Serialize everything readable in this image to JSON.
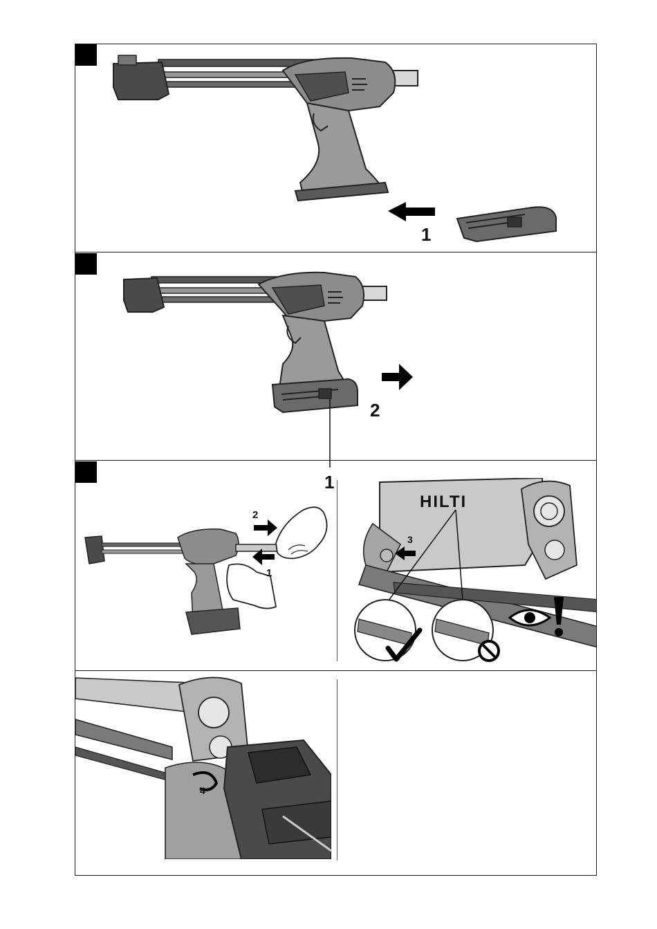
{
  "panels": [
    {
      "id": "panel-1",
      "callouts": [
        "1"
      ]
    },
    {
      "id": "panel-2",
      "callouts": [
        "1",
        "2"
      ]
    },
    {
      "id": "panel-3",
      "callouts": [
        "2",
        "1",
        "3"
      ],
      "brand": "HILTI"
    },
    {
      "id": "panel-4",
      "callouts": [
        "4"
      ]
    }
  ],
  "icons": [
    "arrow-left-icon",
    "arrow-right-icon",
    "eye-icon",
    "exclamation-icon",
    "checkmark-icon",
    "prohibited-icon"
  ],
  "colors": {
    "tool_dark": "#3a3a3a",
    "tool_mid": "#8a8a8a",
    "tool_light": "#c9c9c9",
    "line": "#1a1a1a"
  }
}
